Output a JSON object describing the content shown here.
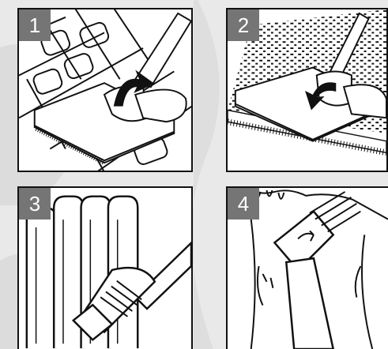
{
  "panels": [
    {
      "number": "1",
      "icon": "hard-floor-nozzle-brush-up-illustration"
    },
    {
      "number": "2",
      "icon": "carpet-nozzle-brush-down-illustration"
    },
    {
      "number": "3",
      "icon": "radiator-crevice-brush-illustration"
    },
    {
      "number": "4",
      "icon": "upholstery-brush-illustration"
    }
  ],
  "colors": {
    "background": "#e9e9e9",
    "number_box": "#757575",
    "line": "#111111"
  }
}
